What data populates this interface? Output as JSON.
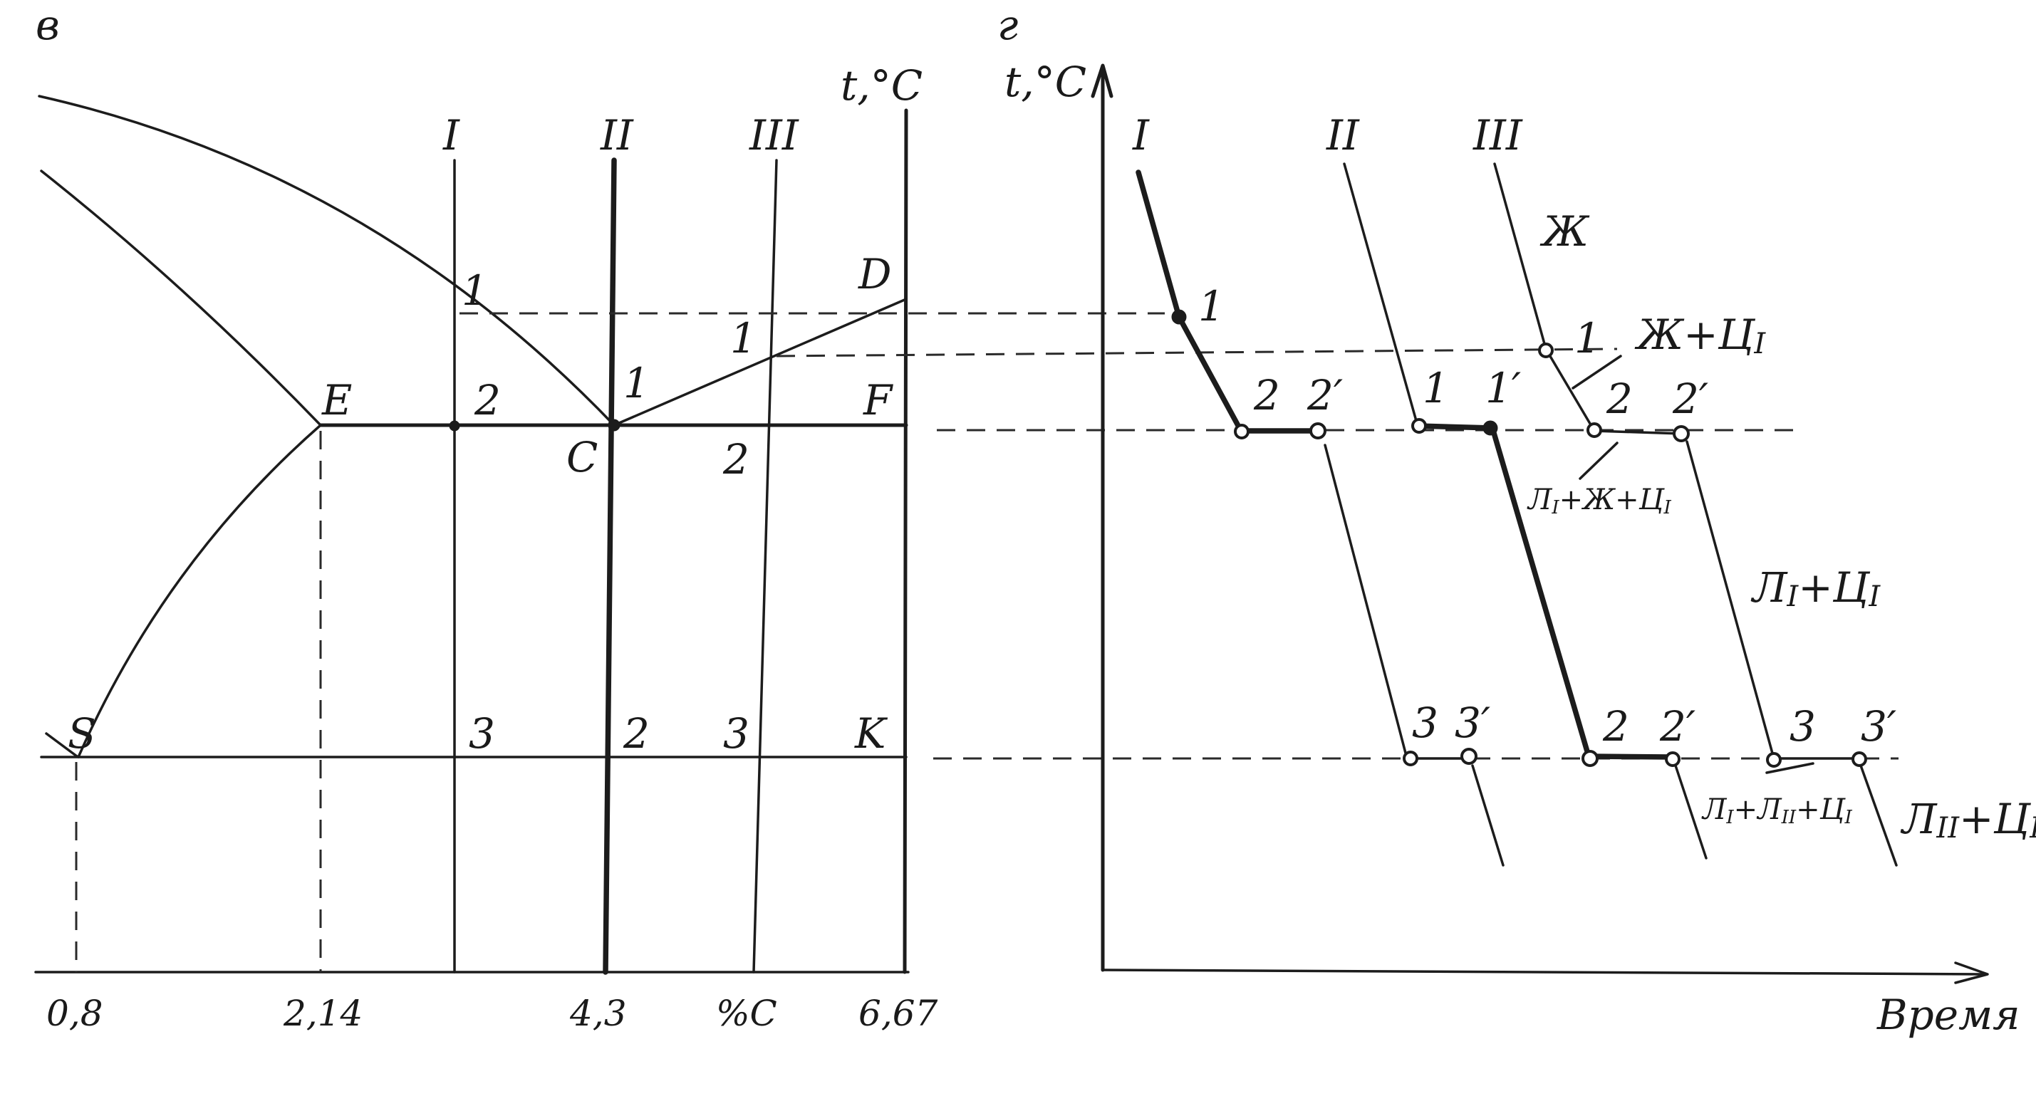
{
  "panel_left": {
    "letter": "в",
    "y_axis_label": "t,°C",
    "x_ticks": [
      "0,8",
      "2,14",
      "4,3",
      "%C",
      "6,67"
    ],
    "points": {
      "S": "S",
      "E": "E",
      "C": "C",
      "F": "F",
      "D": "D",
      "K": "K"
    },
    "alloys": [
      "I",
      "II",
      "III"
    ],
    "alloy_I_marks": [
      "1",
      "2",
      "3"
    ],
    "alloy_II_marks": [
      "1",
      "2"
    ],
    "alloy_III_marks": [
      "1",
      "2",
      "3"
    ]
  },
  "panel_right": {
    "letter": "г",
    "y_axis_label": "t,°C",
    "x_axis_label": "Время",
    "curves": [
      "I",
      "II",
      "III"
    ],
    "curve_I_marks": [
      "1",
      "2",
      "2′",
      "3",
      "3′"
    ],
    "curve_II_marks": [
      "1",
      "1′",
      "2",
      "2′"
    ],
    "curve_III_marks": [
      "1",
      "2",
      "2′",
      "3",
      "3′"
    ],
    "phases": {
      "liquid": "Ж",
      "liquid_cementite": "Ж+Ц",
      "ledeburite_liquid_cementite": "Л+Ж+Ц",
      "ledeburite_cementite": "Л+Ц",
      "ledeburite_ledeburite2_cementite": "Л+Л+Ц",
      "ledeburite2_cementite": "Л+Ц"
    },
    "subscripts": {
      "I": "I",
      "II": "II"
    }
  },
  "colors": {
    "ink": "#1c1c1c",
    "paper": "#ffffff"
  }
}
